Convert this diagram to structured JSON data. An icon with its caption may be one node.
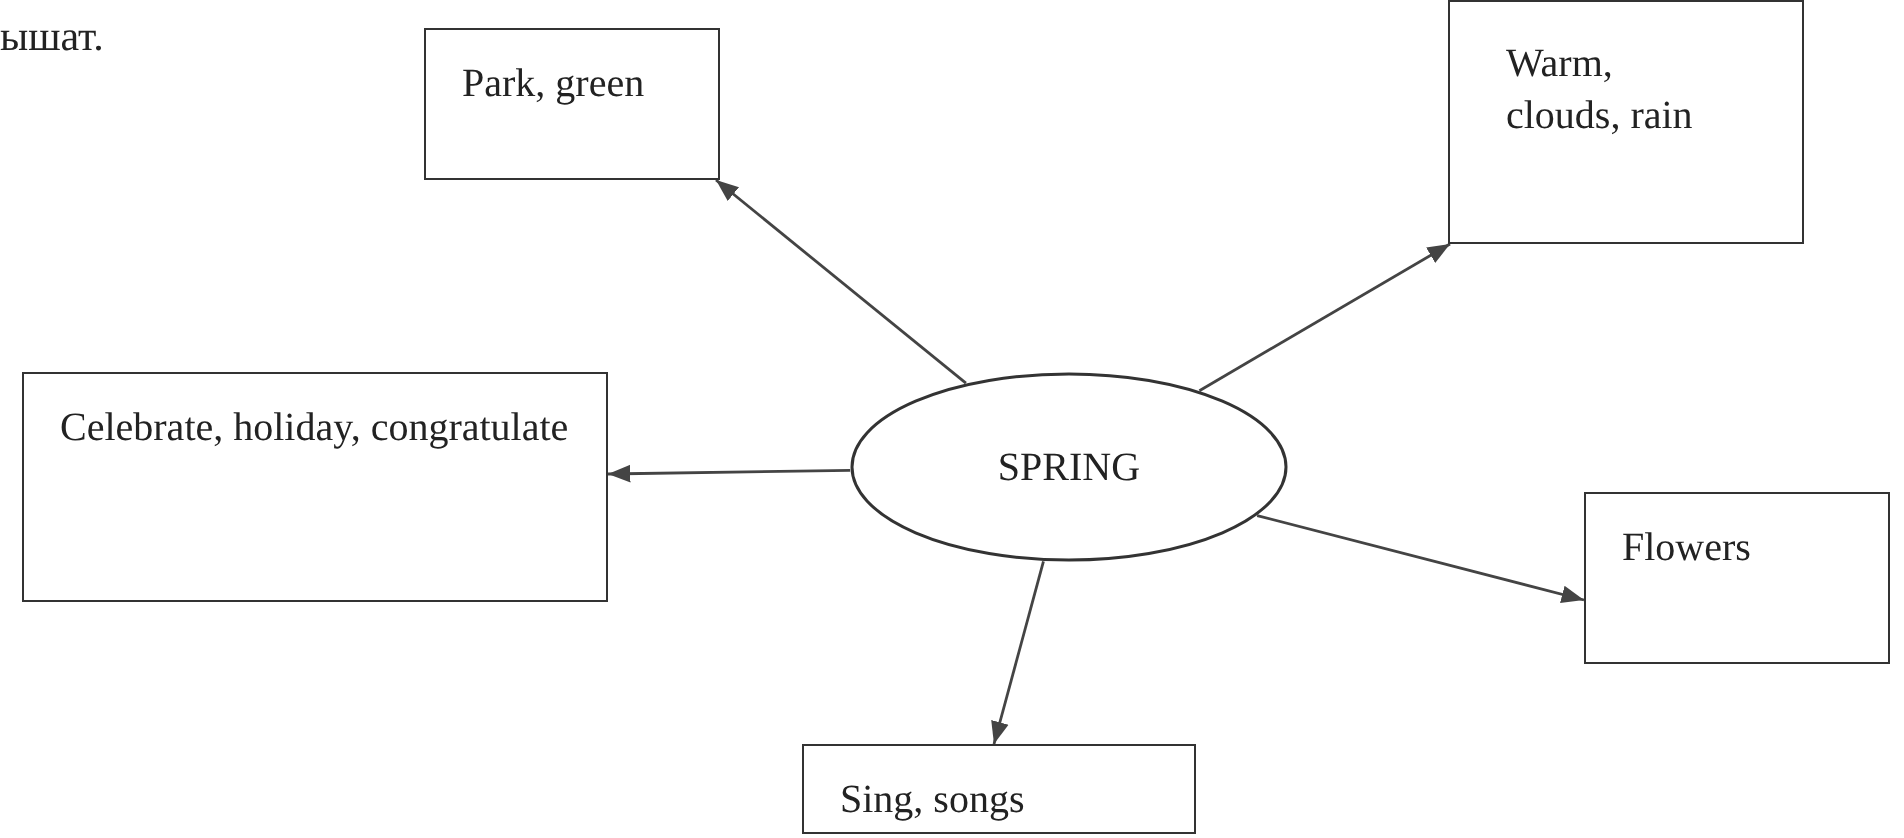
{
  "diagram": {
    "nodes": [
      {
        "text": [
          "Park, green"
        ]
      },
      {
        "text": [
          "Warm, clouds, rain"
        ]
      },
      {
        "text": [
          "Celebrate, holiday, congratulate"
        ]
      },
      {
        "text": [
          "SPRING"
        ]
      },
      {
        "text": [
          "Flowers"
        ]
      },
      {
        "text": [
          "Sing, songs"
        ]
      }
    ],
    "edges": [
      {
        "from": 3,
        "to": 0,
        "arrow": "to"
      },
      {
        "from": 3,
        "to": 1,
        "arrow": "to"
      },
      {
        "from": 3,
        "to": 2,
        "arrow": "to"
      },
      {
        "from": 3,
        "to": 4,
        "arrow": "to"
      },
      {
        "from": 3,
        "to": 5,
        "arrow": "to"
      }
    ],
    "labels": [
      "ышат."
    ]
  }
}
